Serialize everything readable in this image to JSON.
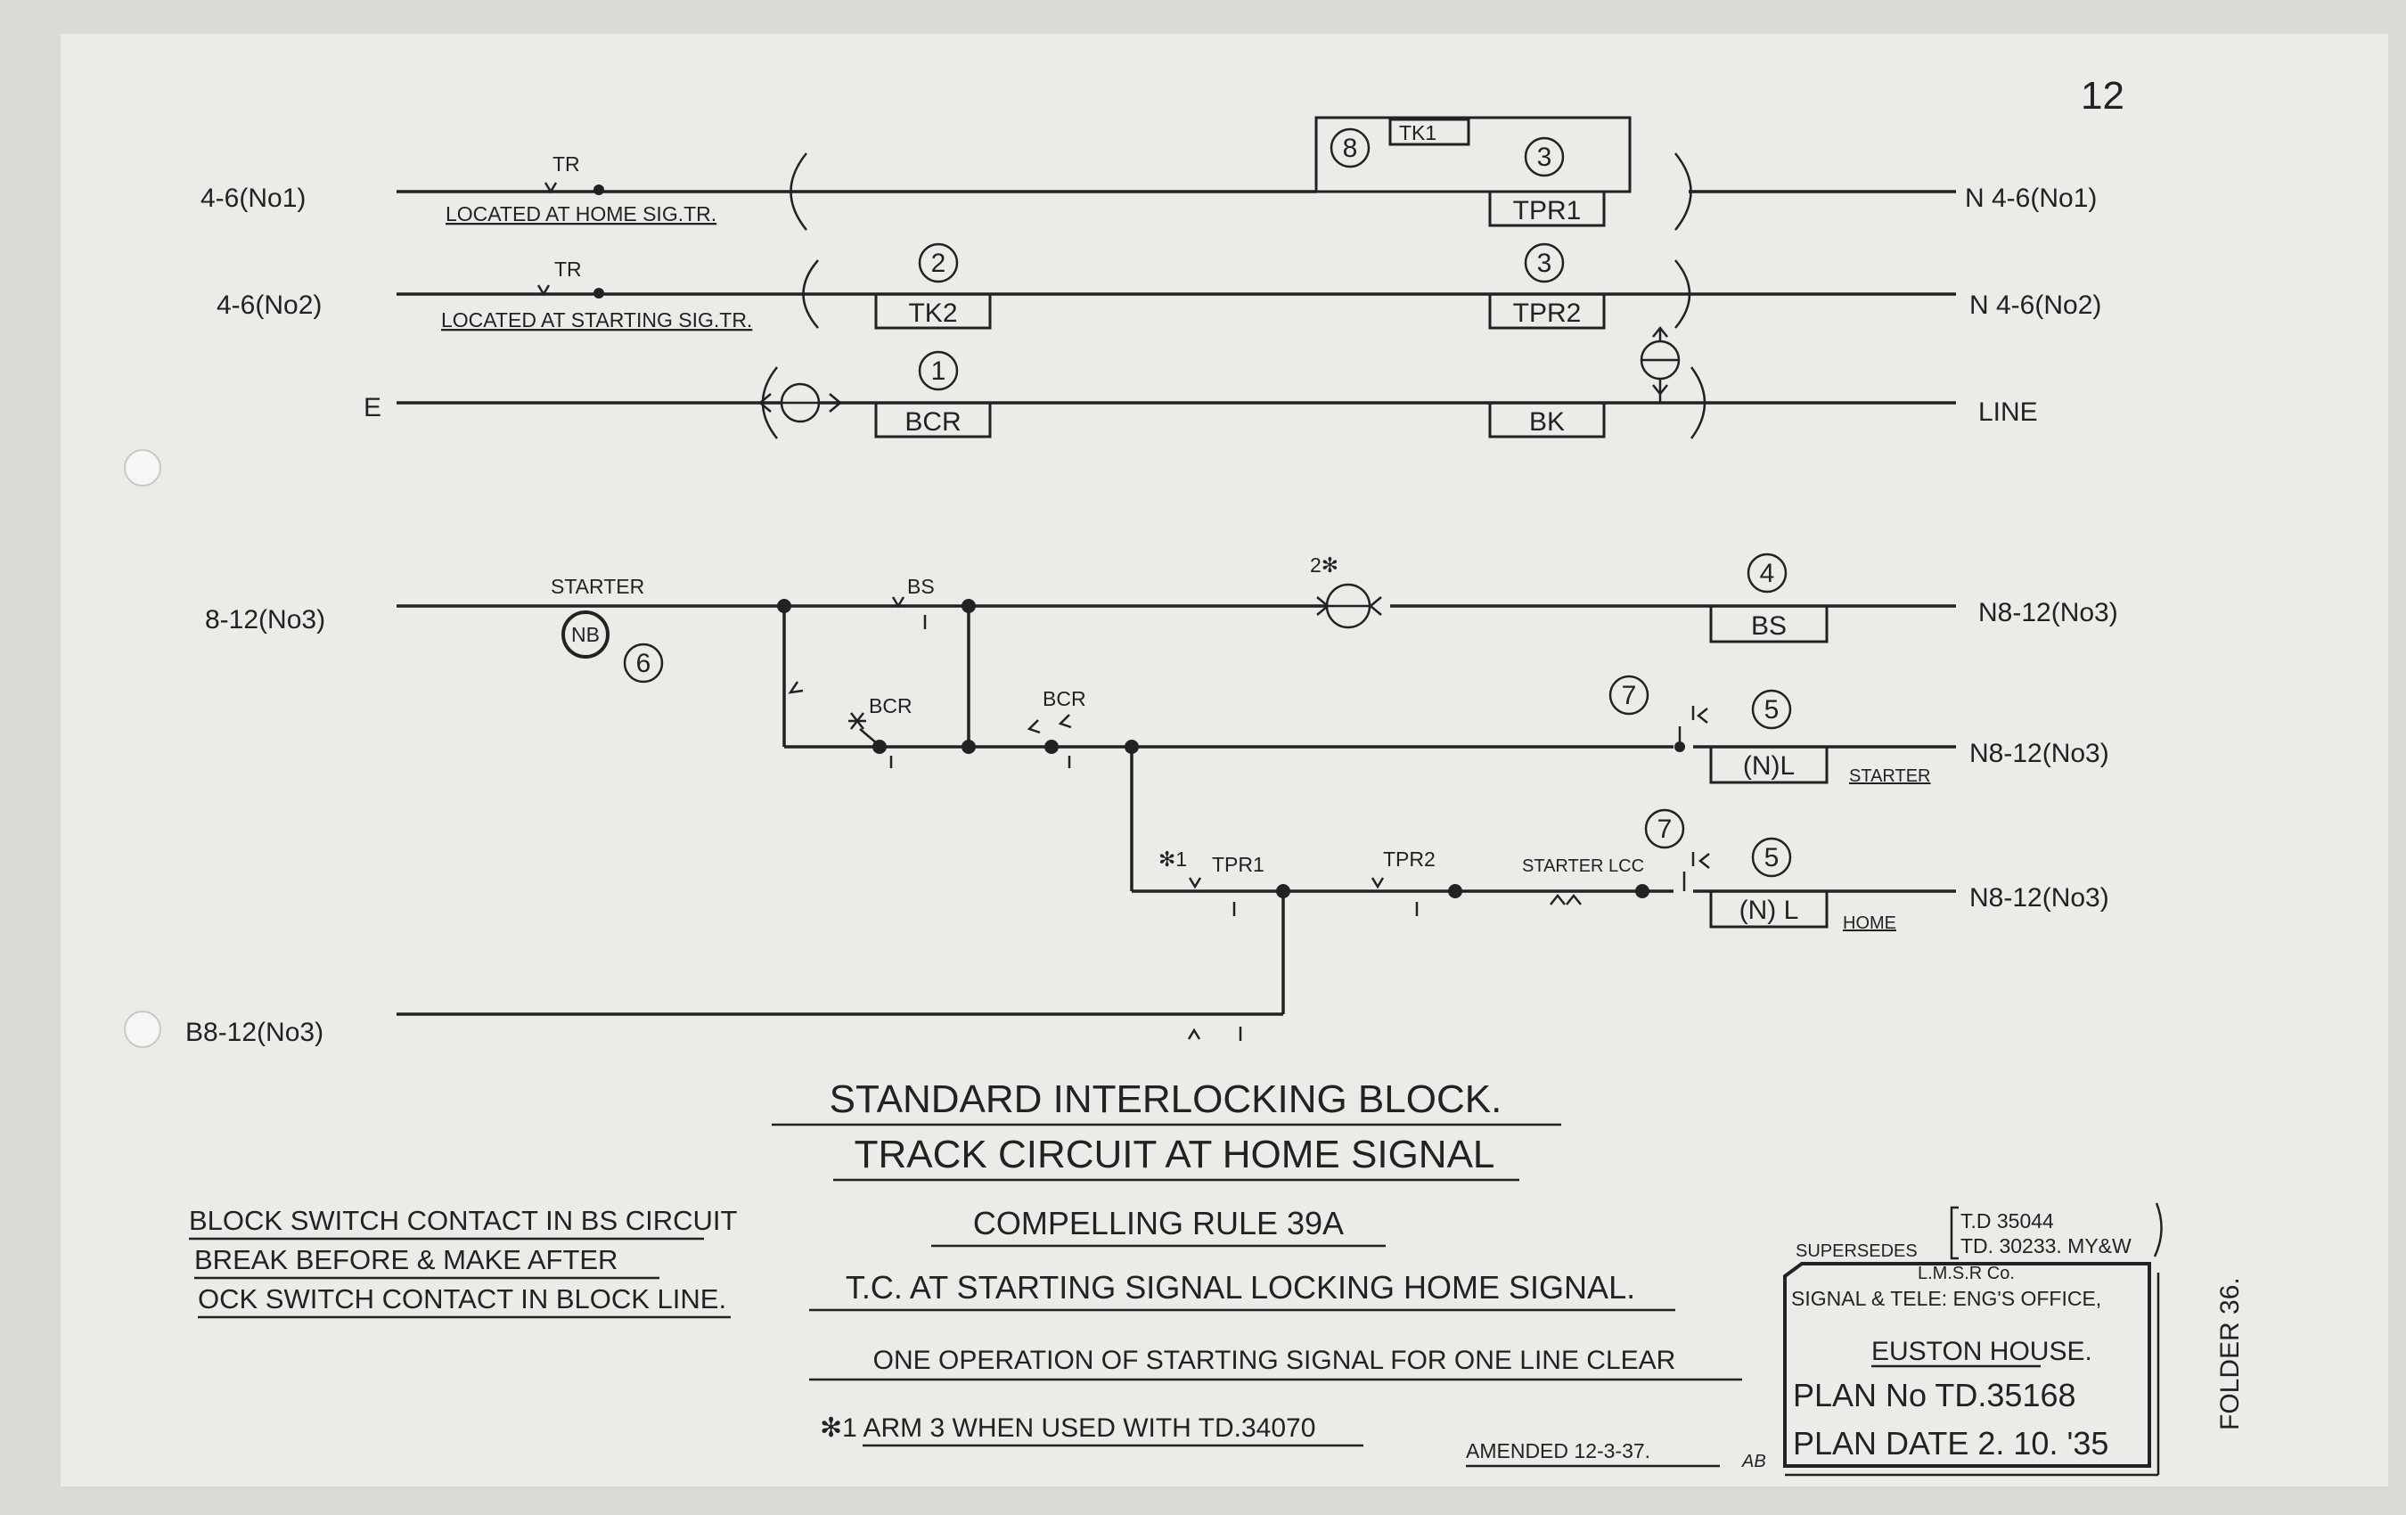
{
  "page_number": "12",
  "circuits": {
    "no1": {
      "left": "4-6(No1)",
      "right": "N 4-6(No1)",
      "tr": "TR",
      "located": "LOCATED AT HOME SIG.TR.",
      "tk": "TK1",
      "tk_num": "8",
      "tpr": "TPR1",
      "tpr_num": "3"
    },
    "no2": {
      "left": "4-6(No2)",
      "right": "N 4-6(No2)",
      "tr": "TR",
      "located": "LOCATED AT STARTING SIG.TR.",
      "tk": "TK2",
      "tk_num": "2",
      "tpr": "TPR2",
      "tpr_num": "3"
    },
    "e": {
      "left": "E",
      "right": "LINE",
      "bcr": "BCR",
      "bcr_num": "1",
      "bk": "BK"
    },
    "no3": {
      "left": "8-12(No3)",
      "left_b": "B8-12(No3)",
      "starter": "STARTER",
      "nb": "NB",
      "nb_num": "6",
      "bs_contact": "BS",
      "bs_coil": "BS",
      "bs_num": "4",
      "mark_2x": "2✻",
      "right_1": "N8-12(No3)",
      "bcr_a": "BCR",
      "bcr_b": "BCR",
      "num_7a": "7",
      "num_5a": "5",
      "nl_1": "(N)L",
      "starter_tag": "STARTER",
      "right_2": "N8-12(No3)",
      "mark_x1": "✻1",
      "tpr1": "TPR1",
      "tpr2": "TPR2",
      "starter_lcc": "STARTER LCC",
      "num_7b": "7",
      "num_5b": "5",
      "nl_2": "(N) L",
      "home_tag": "HOME",
      "right_3": "N8-12(No3)"
    }
  },
  "title": {
    "line1": "STANDARD INTERLOCKING BLOCK.",
    "line2": "TRACK CIRCUIT AT HOME SIGNAL",
    "line3": "COMPELLING RULE 39A",
    "line4": "T.C. AT STARTING SIGNAL LOCKING HOME SIGNAL.",
    "line5": "ONE OPERATION OF STARTING SIGNAL FOR ONE LINE CLEAR",
    "line6": "✻1 ARM 3 WHEN USED WITH TD.34070"
  },
  "notes": [
    "BLOCK SWITCH CONTACT IN BS CIRCUIT",
    "BREAK BEFORE & MAKE AFTER",
    "OCK SWITCH CONTACT IN BLOCK LINE."
  ],
  "amended": "AMENDED 12-3-37.",
  "amended_initials": "AB",
  "title_block": {
    "supersedes_label": "SUPERSEDES",
    "supersedes": [
      "T.D 35044",
      "TD. 30233. MY&W"
    ],
    "company": "L.M.S.R Co.",
    "office": "SIGNAL & TELE: ENG'S OFFICE,",
    "house": "EUSTON HOUSE.",
    "plan_no": "PLAN No TD.35168",
    "plan_date": "PLAN DATE 2. 10. '35"
  },
  "folder": "FOLDER 36."
}
